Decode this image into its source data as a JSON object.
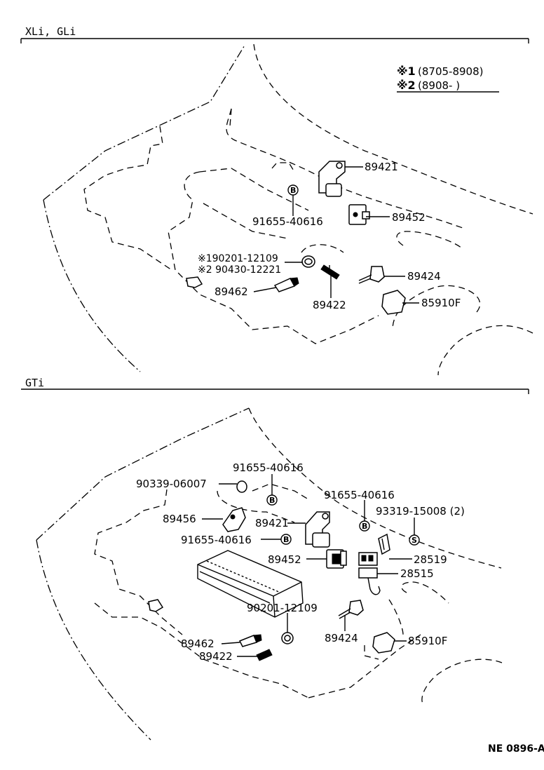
{
  "sections": {
    "top": {
      "header": "XLi, GLi"
    },
    "bottom": {
      "header": "GTi"
    }
  },
  "notes": {
    "n1_mark": "※1",
    "n1_text": "(8705-8908)",
    "n2_mark": "※2",
    "n2_text": "(8908-      )"
  },
  "top_parts": {
    "p89421": "89421",
    "p91655": "91655-40616",
    "p89452": "89452",
    "p90201": "※190201-12109",
    "p90430": "※2 90430-12221",
    "p89424": "89424",
    "p89462": "89462",
    "p89422": "89422",
    "p85910": "85910F",
    "badge_b": "B"
  },
  "bottom_parts": {
    "p91655a": "91655-40616",
    "p90339": "90339-06007",
    "p91655b": "91655-40616",
    "p93319": "93319-15008 (2)",
    "p89456": "89456",
    "p89421": "89421",
    "p91655c": "91655-40616",
    "p89452": "89452",
    "p28519": "28519",
    "p28515": "28515",
    "p90201": "90201-12109",
    "p89424": "89424",
    "p89462": "89462",
    "p89422": "89422",
    "p85910": "85910F",
    "badge_b": "B",
    "badge_s": "S"
  },
  "drawing_ref": "NE 0896-A"
}
